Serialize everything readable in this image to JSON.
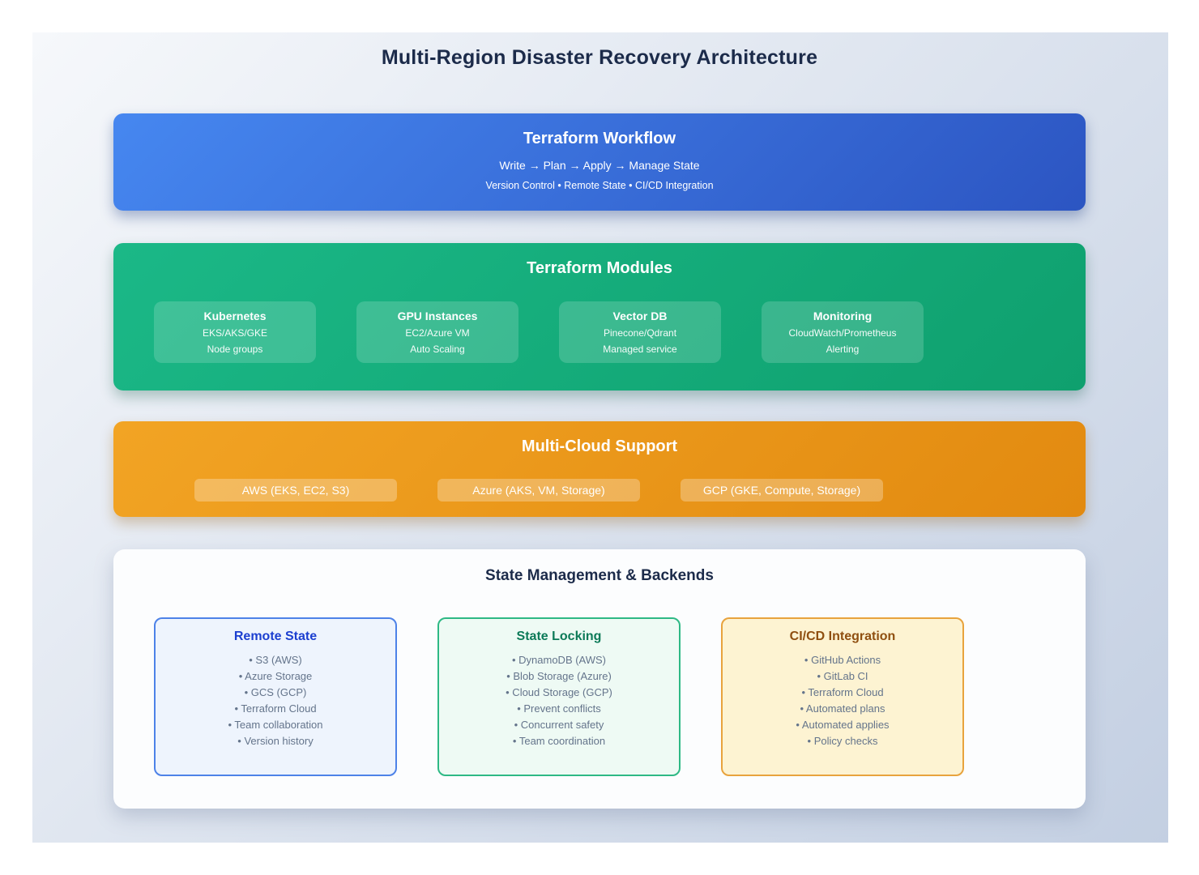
{
  "page": {
    "title": "Multi-Region Disaster Recovery Architecture"
  },
  "workflow": {
    "title": "Terraform Workflow",
    "steps": "Write → Plan → Apply → Manage State",
    "features": "Version Control • Remote State • CI/CD Integration"
  },
  "modules": {
    "title": "Terraform Modules",
    "cards": [
      {
        "title": "Kubernetes",
        "line1": "EKS/AKS/GKE",
        "line2": "Node groups"
      },
      {
        "title": "GPU Instances",
        "line1": "EC2/Azure VM",
        "line2": "Auto Scaling"
      },
      {
        "title": "Vector DB",
        "line1": "Pinecone/Qdrant",
        "line2": "Managed service"
      },
      {
        "title": "Monitoring",
        "line1": "CloudWatch/Prometheus",
        "line2": "Alerting"
      }
    ]
  },
  "multicloud": {
    "title": "Multi-Cloud Support",
    "providers": [
      "AWS (EKS, EC2, S3)",
      "Azure (AKS, VM, Storage)",
      "GCP (GKE, Compute, Storage)"
    ]
  },
  "state_management": {
    "title": "State Management & Backends",
    "cards": [
      {
        "title": "Remote State",
        "items": [
          "• S3 (AWS)",
          "• Azure Storage",
          "• GCS (GCP)",
          "• Terraform Cloud",
          "• Team collaboration",
          "• Version history"
        ]
      },
      {
        "title": "State Locking",
        "items": [
          "• DynamoDB (AWS)",
          "• Blob Storage (Azure)",
          "• Cloud Storage (GCP)",
          "• Prevent conflicts",
          "• Concurrent safety",
          "• Team coordination"
        ]
      },
      {
        "title": "CI/CD Integration",
        "items": [
          "• GitHub Actions",
          "• GitLab CI",
          "• Terraform Cloud",
          "• Automated plans",
          "• Automated applies",
          "• Policy checks"
        ]
      }
    ]
  },
  "colors": {
    "title_text": "#1c2b4a",
    "page_bg_1": "#f6f8fb",
    "page_bg_2": "#c3cfe2",
    "workflow_blue_1": "#4687f0",
    "workflow_blue_2": "#2c55c2",
    "modules_green_1": "#1bb887",
    "modules_green_2": "#0fa06e",
    "cloud_orange_1": "#f2a424",
    "cloud_orange_2": "#e28a10",
    "remote_accent": "#4d82e8",
    "remote_title": "#1c3fd0",
    "remote_bg": "#eef4fd",
    "locking_accent": "#2eb985",
    "locking_title": "#0c7a58",
    "locking_bg": "#eefaf4",
    "cicd_accent": "#e8a33d",
    "cicd_title": "#8f4f10",
    "cicd_bg": "#fdf3d2",
    "item_text": "#64748b"
  }
}
